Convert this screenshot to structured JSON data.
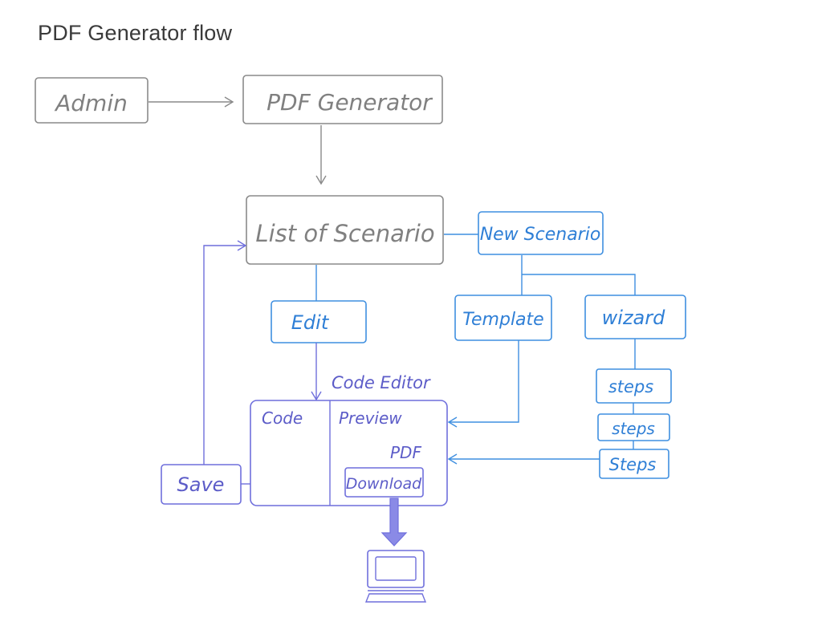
{
  "title": "PDF Generator flow",
  "nodes": {
    "admin": "Admin",
    "pdf_generator": "PDF Generator",
    "list_of_scenario": "List of Scenario",
    "new_scenario": "New Scenario",
    "edit": "Edit",
    "template": "Template",
    "wizard": "wizard",
    "steps_1": "steps",
    "steps_2": "steps",
    "steps_3": "Steps",
    "save": "Save",
    "code_editor": "Code Editor",
    "code": "Code",
    "preview": "Preview",
    "pdf": "PDF",
    "download": "Download"
  },
  "colors": {
    "gray": "#8a8a8a",
    "blue": "#3f8fe0",
    "violet": "#6f6fdc"
  }
}
